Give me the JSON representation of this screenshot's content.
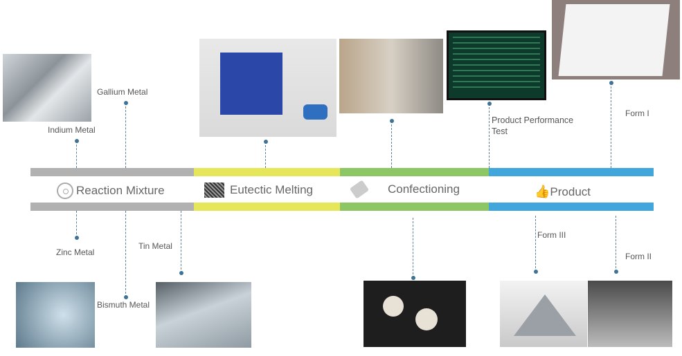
{
  "stages": [
    {
      "label": "Reaction Mixture",
      "icon": "disc-icon",
      "color": "#b1b1b1"
    },
    {
      "label": "Eutectic Melting",
      "icon": "noise-texture-icon",
      "color": "#e5e65a"
    },
    {
      "label": "Confectioning",
      "icon": "ticket-icon",
      "color": "#8dc664"
    },
    {
      "label": "Product",
      "icon": "thumbs-up-icon",
      "color": "#41a6dc"
    }
  ],
  "labels": {
    "gallium": "Gallium Metal",
    "indium": "Indium Metal",
    "zinc": "Zinc Metal",
    "bismuth": "Bismuth Metal",
    "tin": "Tin Metal",
    "performance": "Product Performance\nTest",
    "form1": "Form I",
    "form2": "Form II",
    "form3": "Form III"
  }
}
